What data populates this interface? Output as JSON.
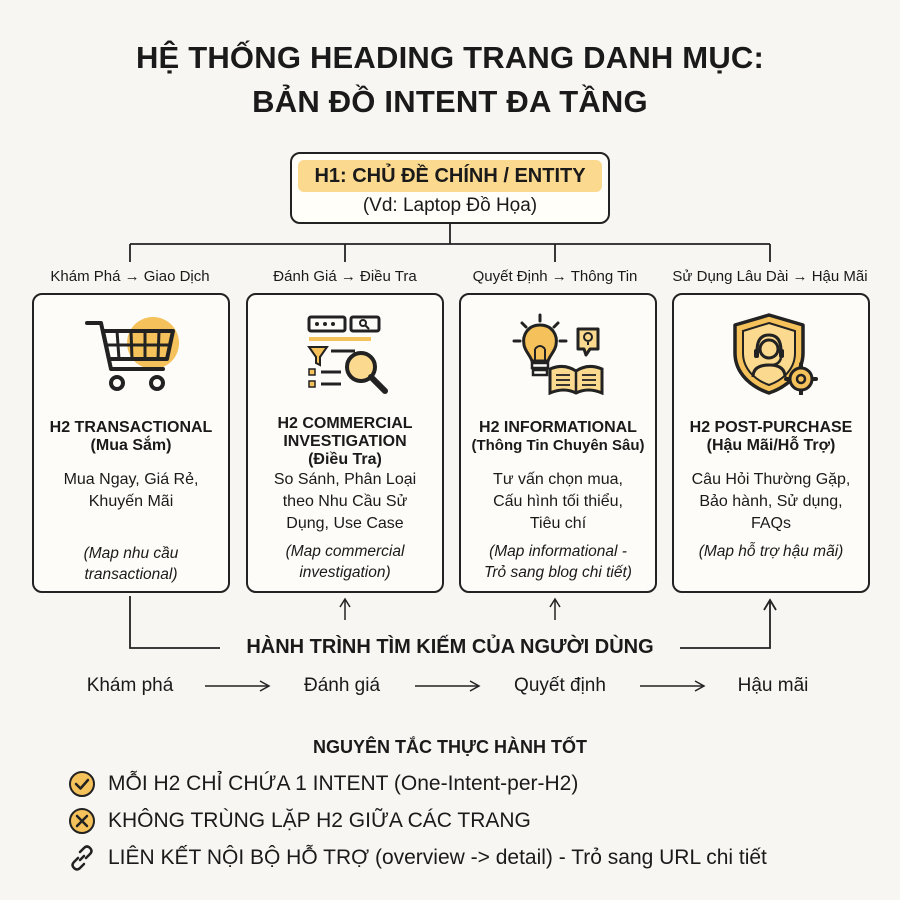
{
  "title": {
    "line1": "HỆ THỐNG HEADING TRANG DANH MỤC:",
    "line2": "BẢN ĐỒ INTENT ĐA TẦNG"
  },
  "h1": {
    "label": "H1: CHỦ ĐỀ CHÍNH / ENTITY",
    "example": "(Vd: Laptop Đồ Họa)"
  },
  "branches": [
    "Khám Phá → Giao Dịch",
    "Đánh Giá → Điều Tra",
    "Quyết Định → Thông Tin",
    "Sử Dụng Lâu Dài → Hậu Mãi"
  ],
  "cards": [
    {
      "icon": "shopping-cart-icon",
      "heading_line1": "H2 TRANSACTIONAL",
      "heading_line2": "(Mua Sắm)",
      "desc": [
        "Mua Ngay, Giá Rẻ,",
        "Khuyến Mãi"
      ],
      "note": [
        "(Map nhu cầu",
        "transactional)"
      ]
    },
    {
      "icon": "search-filter-icon",
      "heading_line1": "H2 COMMERCIAL",
      "heading_line2": "INVESTIGATION",
      "heading_line3": "(Điều Tra)",
      "desc": [
        "So Sánh, Phân Loại",
        "theo Nhu Cầu Sử",
        "Dụng, Use Case"
      ],
      "note": [
        "(Map commercial",
        "investigation)"
      ]
    },
    {
      "icon": "lightbulb-book-icon",
      "heading_line1": "H2 INFORMATIONAL",
      "heading_line2": "(Thông Tin Chuyên Sâu)",
      "desc": [
        "Tư vấn chọn mua,",
        "Cấu hình tối thiểu,",
        "Tiêu chí"
      ],
      "note": [
        "(Map informational -",
        "Trỏ sang blog chi tiết)"
      ]
    },
    {
      "icon": "shield-support-icon",
      "heading_line1": "H2 POST-PURCHASE",
      "heading_line2": "(Hậu Mãi/Hỗ Trợ)",
      "desc": [
        "Câu Hỏi Thường Gặp,",
        "Bảo hành, Sử dụng,",
        "FAQs"
      ],
      "note": [
        "(Map hỗ trợ hậu mãi)"
      ]
    }
  ],
  "journey": {
    "title": "HÀNH TRÌNH TÌM KIẾM CỦA NGƯỜI DÙNG",
    "stages": [
      "Khám phá",
      "Đánh giá",
      "Quyết định",
      "Hậu mãi"
    ]
  },
  "principles": {
    "title": "NGUYÊN TẮC THỰC HÀNH TỐT",
    "rules": [
      {
        "icon": "check-circle-icon",
        "text": "MỖI H2 CHỈ CHỨA 1 INTENT (One-Intent-per-H2)"
      },
      {
        "icon": "x-circle-icon",
        "text": "KHÔNG TRÙNG LẶP H2 GIỮA CÁC TRANG"
      },
      {
        "icon": "link-icon",
        "text": "LIÊN KẾT NỘI BỘ HỖ TRỢ (overview -> detail) - Trỏ sang URL chi tiết"
      }
    ]
  },
  "colors": {
    "accent": "#f5c15a",
    "accent_light": "#fbd98f",
    "line": "#222222",
    "background": "#f7f6f2"
  }
}
